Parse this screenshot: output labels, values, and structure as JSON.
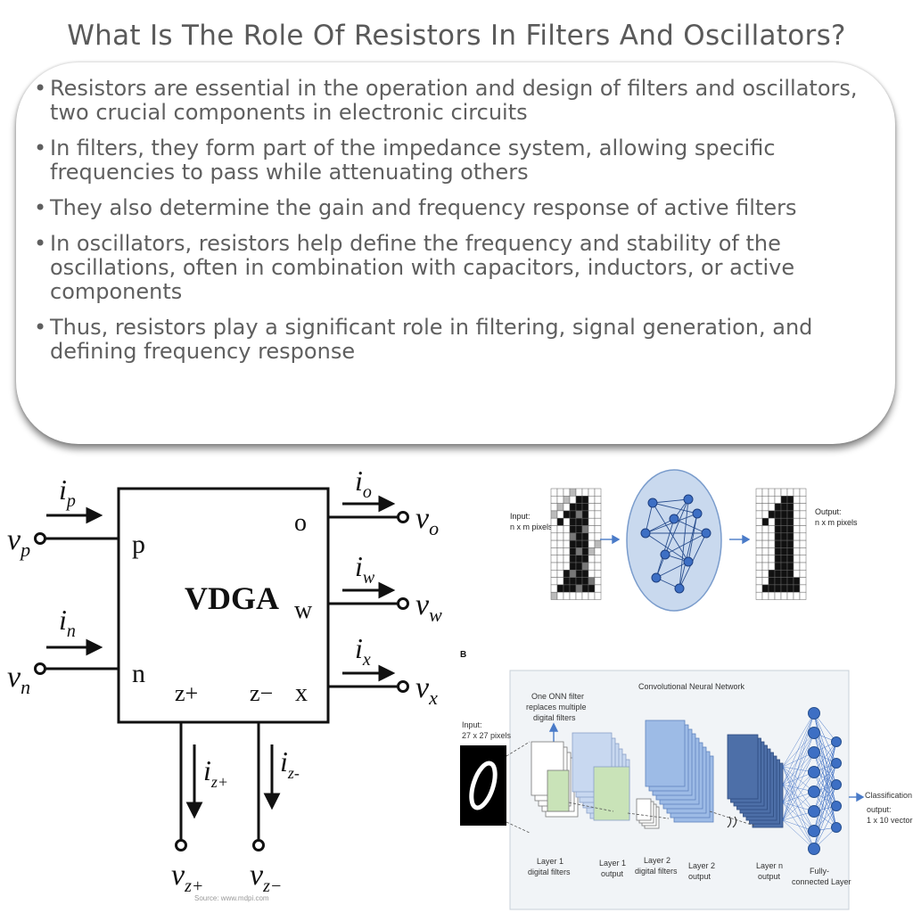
{
  "title": "What Is The Role Of Resistors In Filters And Oscillators?",
  "bullets": [
    "Resistors are essential in the operation and design of filters and oscillators, two crucial components in electronic circuits",
    "In filters, they form part of the impedance system, allowing specific frequencies to pass while attenuating others",
    "They also determine the gain and frequency response of active filters",
    "In oscillators, resistors help define the frequency and stability of the oscillations, often in combination with capacitors, inductors, or active components",
    "Thus, resistors play a significant role in filtering, signal generation, and defining frequency response"
  ],
  "circuit": {
    "block_label": "VDGA",
    "ports": {
      "p": "p",
      "n": "n",
      "o": "o",
      "w": "w",
      "x": "x",
      "zp": "z+",
      "zm": "z−"
    },
    "currents": {
      "ip": "i",
      "ip_sub": "p",
      "in": "i",
      "in_sub": "n",
      "io": "i",
      "io_sub": "o",
      "iw": "i",
      "iw_sub": "w",
      "ix": "i",
      "ix_sub": "x",
      "izp": "i",
      "izp_sub": "z+",
      "izm": "i",
      "izm_sub": "z-"
    },
    "voltages": {
      "vp": "v",
      "vp_sub": "p",
      "vn": "v",
      "vn_sub": "n",
      "vo": "v",
      "vo_sub": "o",
      "vw": "v",
      "vw_sub": "w",
      "vx": "v",
      "vx_sub": "x",
      "vzp": "v",
      "vzp_sub": "z+",
      "vzm": "v",
      "vzm_sub": "z−"
    },
    "source": "Source: www.mdpi.com"
  },
  "nn_top": {
    "input_label_1": "Input:",
    "input_label_2": "n x m pixels",
    "output_label_1": "Output:",
    "output_label_2": "n x m pixels"
  },
  "cnn": {
    "panel_letter": "B",
    "title": "Convolutional Neural Network",
    "input_1": "Input:",
    "input_2": "27 x 27 pixels",
    "onn_1": "One ONN filter",
    "onn_2": "replaces multiple",
    "onn_3": "digital filters",
    "l1f_1": "Layer 1",
    "l1f_2": "digital filters",
    "l1o_1": "Layer 1",
    "l1o_2": "output",
    "l2f_1": "Layer 2",
    "l2f_2": "digital filters",
    "l2o_1": "Layer 2",
    "l2o_2": "output",
    "lno_1": "Layer n",
    "lno_2": "output",
    "fc_1": "Fully-",
    "fc_2": "connected Layer",
    "cls_1": "Classification",
    "cls_2": "output:",
    "cls_3": "1 x 10 vector"
  }
}
